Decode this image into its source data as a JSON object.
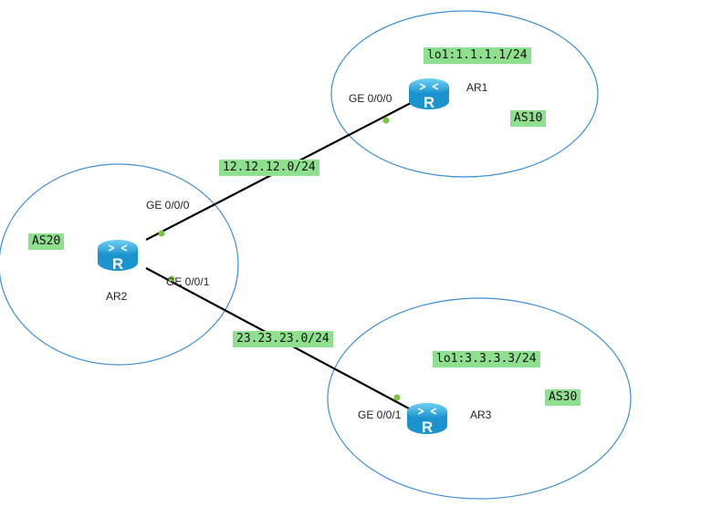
{
  "colors": {
    "ellipse_stroke": "#3d8fd6",
    "link": "#000000",
    "port_dot": "#7dc242",
    "label_bg": "#8ee08e",
    "router_body": "#2aa7df"
  },
  "autonomous_systems": [
    {
      "name": "AS10"
    },
    {
      "name": "AS20"
    },
    {
      "name": "AS30"
    }
  ],
  "routers": [
    {
      "name": "AR1",
      "icon": "router-icon",
      "loopback": "lo1:1.1.1.1/24"
    },
    {
      "name": "AR2",
      "icon": "router-icon"
    },
    {
      "name": "AR3",
      "icon": "router-icon",
      "loopback": "lo1:3.3.3.3/24"
    }
  ],
  "interfaces": {
    "ar1_ge000": "GE 0/0/0",
    "ar2_ge000": "GE 0/0/0",
    "ar2_ge001": "GE 0/0/1",
    "ar3_ge001": "GE 0/0/1"
  },
  "links": [
    {
      "subnet": "12.12.12.0/24",
      "from": "AR2",
      "to": "AR1"
    },
    {
      "subnet": "23.23.23.0/24",
      "from": "AR2",
      "to": "AR3"
    }
  ]
}
